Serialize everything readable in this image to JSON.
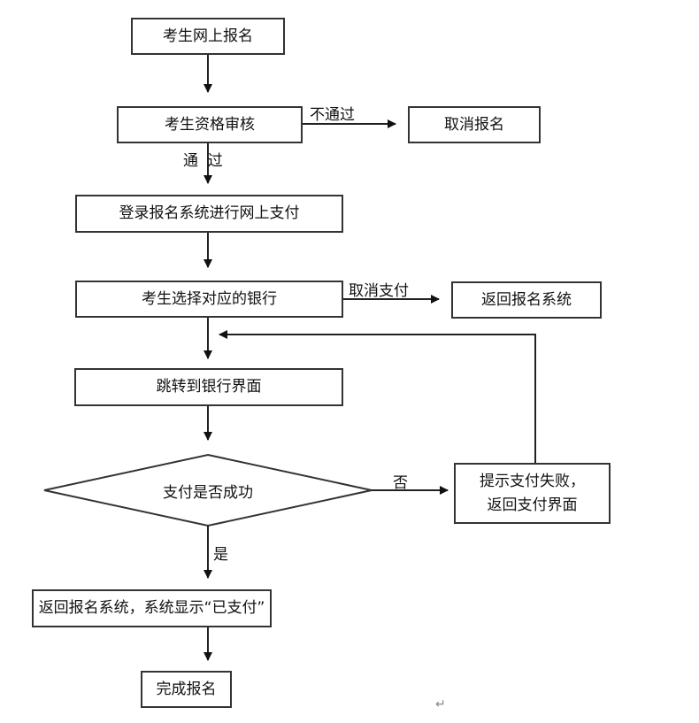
{
  "nodes": {
    "apply_online": "考生网上报名",
    "qualification_review": "考生资格审核",
    "cancel_registration": "取消报名",
    "login_pay": "登录报名系统进行网上支付",
    "select_bank": "考生选择对应的银行",
    "return_system": "返回报名系统",
    "redirect_bank": "跳转到银行界面",
    "payment_success": "支付是否成功",
    "payment_failed_line1": "提示支付失败，",
    "payment_failed_line2": "返回支付界面",
    "show_paid": "返回报名系统，系统显示“已支付”",
    "complete": "完成报名"
  },
  "edges": {
    "not_passed": "不通过",
    "passed": "通  过",
    "cancel_payment": "取消支付",
    "no": "否",
    "yes": "是"
  },
  "misc": {
    "paragraph_mark": "↵"
  }
}
